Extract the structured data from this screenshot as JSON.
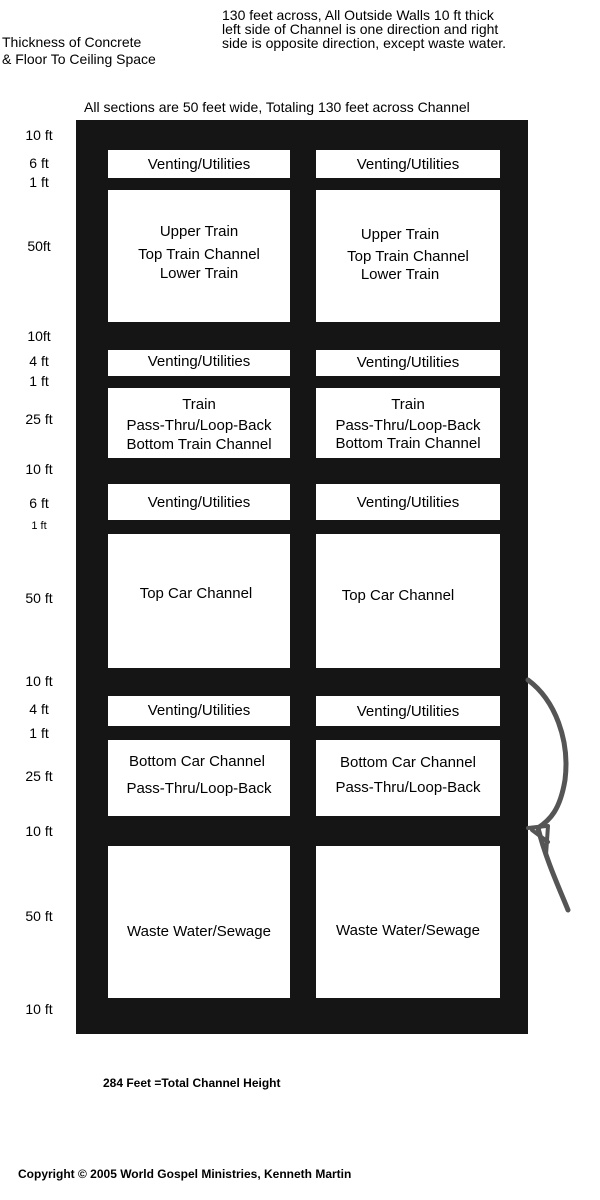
{
  "header": {
    "left_text": "Thickness of Concrete\n& Floor To Ceiling Space",
    "right_text": "130 feet across, All Outside Walls 10 ft thick\nleft side of Channel is one direction and right\nside is opposite direction, except waste water.",
    "sections_text": "All sections are 50 feet wide, Totaling 130 feet across Channel"
  },
  "thickness_labels": [
    "10 ft",
    "6 ft",
    "1 ft",
    "50ft",
    "10ft",
    "4 ft",
    "1 ft",
    "25 ft",
    "10 ft",
    "6 ft",
    "1 ft",
    "50 ft",
    "10 ft",
    "4 ft",
    "1 ft",
    "25 ft",
    "10 ft",
    "50 ft",
    "10 ft"
  ],
  "rows": [
    {
      "left": [
        "Venting/Utilities"
      ],
      "right": [
        "Venting/Utilities"
      ]
    },
    {
      "left": [
        "Upper Train",
        "Top Train Channel",
        "Lower Train"
      ],
      "right": [
        "Upper Train",
        "Top Train Channel",
        "Lower Train"
      ]
    },
    {
      "left": [
        "Venting/Utilities"
      ],
      "right": [
        "Venting/Utilities"
      ]
    },
    {
      "left": [
        "Train",
        "Pass-Thru/Loop-Back",
        "Bottom Train Channel"
      ],
      "right": [
        "Train",
        "Pass-Thru/Loop-Back",
        "Bottom Train Channel"
      ]
    },
    {
      "left": [
        "Venting/Utilities"
      ],
      "right": [
        "Venting/Utilities"
      ]
    },
    {
      "left": [
        "Top Car Channel"
      ],
      "right": [
        "Top Car Channel"
      ]
    },
    {
      "left": [
        "Venting/Utilities"
      ],
      "right": [
        "Venting/Utilities"
      ]
    },
    {
      "left": [
        "Bottom Car Channel",
        "Pass-Thru/Loop-Back"
      ],
      "right": [
        "Bottom Car Channel",
        "Pass-Thru/Loop-Back"
      ]
    },
    {
      "left": [
        "Waste Water/Sewage"
      ],
      "right": [
        "Waste Water/Sewage"
      ]
    }
  ],
  "footer": {
    "total": "284 Feet =Total Channel Height",
    "copyright": "Copyright © 2005 World Gospel Ministries, Kenneth Martin"
  }
}
